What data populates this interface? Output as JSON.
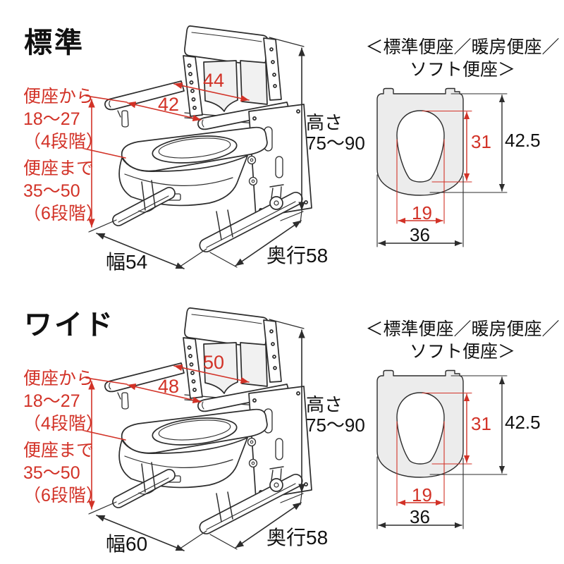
{
  "colors": {
    "accent_red": "#d23227",
    "line_ink": "#2d2d2d",
    "seat_fill_gray": "#ececec",
    "cushion_gray": "#f1f1f1"
  },
  "sections": [
    {
      "title": "標準",
      "labels": {
        "seat_from": "便座から",
        "seat_from_range": "18〜27",
        "seat_from_steps": "（4段階）",
        "seat_to": "便座まで",
        "seat_to_range": "35〜50",
        "seat_to_steps": "（6段階）",
        "back_inner_width": "44",
        "arm_inner_width": "42",
        "height_label": "高さ",
        "height_range": "75〜90",
        "width": "幅54",
        "depth": "奥行58"
      },
      "seat_view": {
        "heading_line1": "＜標準便座／暖房便座／",
        "heading_line2": "ソフト便座＞",
        "hole_depth": "31",
        "overall_depth": "42.5",
        "hole_width": "19",
        "overall_width": "36"
      }
    },
    {
      "title": "ワイド",
      "labels": {
        "seat_from": "便座から",
        "seat_from_range": "18〜27",
        "seat_from_steps": "（4段階）",
        "seat_to": "便座まで",
        "seat_to_range": "35〜50",
        "seat_to_steps": "（6段階）",
        "back_inner_width": "50",
        "arm_inner_width": "48",
        "height_label": "高さ",
        "height_range": "75〜90",
        "width": "幅60",
        "depth": "奥行58"
      },
      "seat_view": {
        "heading_line1": "＜標準便座／暖房便座／",
        "heading_line2": "ソフト便座＞",
        "hole_depth": "31",
        "overall_depth": "42.5",
        "hole_width": "19",
        "overall_width": "36"
      }
    }
  ]
}
